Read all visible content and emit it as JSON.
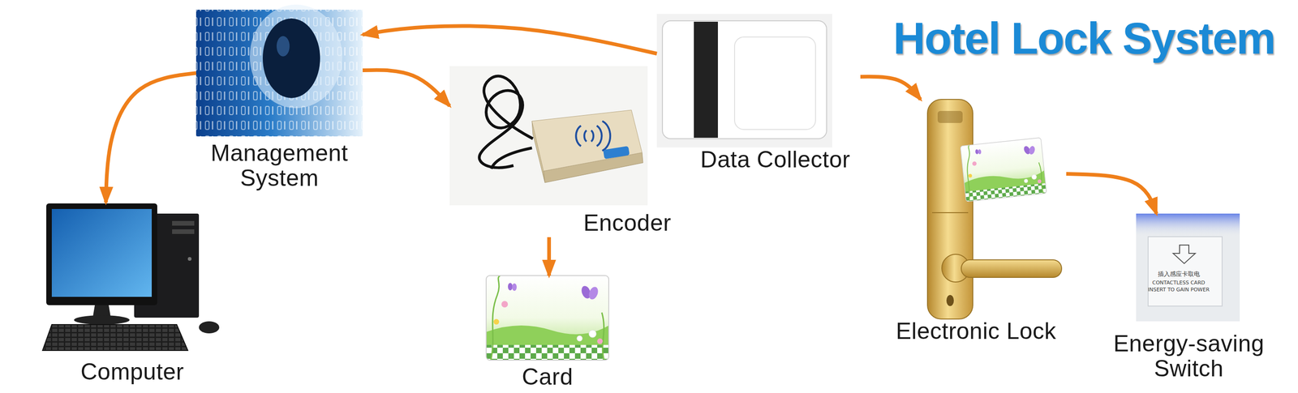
{
  "diagram": {
    "title": "Hotel Lock System",
    "nodes": [
      {
        "text": [
          "Management System"
        ]
      },
      {
        "text": [
          "Encoder"
        ]
      },
      {
        "text": [
          "Data Collector"
        ]
      },
      {
        "text": [
          "Electronic Lock"
        ]
      },
      {
        "text": [
          "Energy-saving Switch"
        ]
      },
      {
        "text": [
          "Computer"
        ]
      },
      {
        "text": [
          "Card"
        ]
      }
    ],
    "edges": [
      {
        "from": 2,
        "to": 0,
        "arrow": "to"
      },
      {
        "from": 0,
        "to": 5,
        "arrow": "to"
      },
      {
        "from": 0,
        "to": 1,
        "arrow": "to"
      },
      {
        "from": 1,
        "to": 6,
        "arrow": "to"
      },
      {
        "from": 2,
        "to": 3,
        "arrow": "to"
      },
      {
        "from": 3,
        "to": 4,
        "arrow": "to"
      }
    ],
    "labels": [
      "插入感应卡取电",
      "CONTACTLESS CARD",
      "INSERT TO GAIN POWER"
    ]
  }
}
